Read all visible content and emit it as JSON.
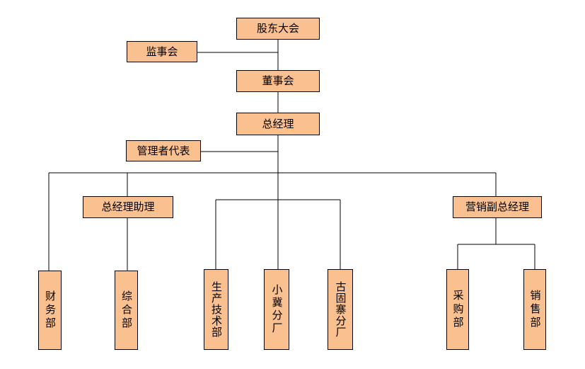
{
  "colors": {
    "node_fill": "#fac090",
    "node_border": "#000000",
    "line": "#000000",
    "background": "#ffffff"
  },
  "nodes": {
    "shareholders": "股东大会",
    "supervisors": "监事会",
    "board": "董事会",
    "general_manager": "总经理",
    "management_rep": "管理者代表",
    "gm_assistant": "总经理助理",
    "sales_vp": "营销副总经理",
    "finance": "财务部",
    "general_affairs": "综合部",
    "production_tech": "生产技术部",
    "xiaoji_plant": "小冀分厂",
    "guguzhai_plant": "古固寨分厂",
    "purchasing": "采购部",
    "sales": "销售部"
  }
}
